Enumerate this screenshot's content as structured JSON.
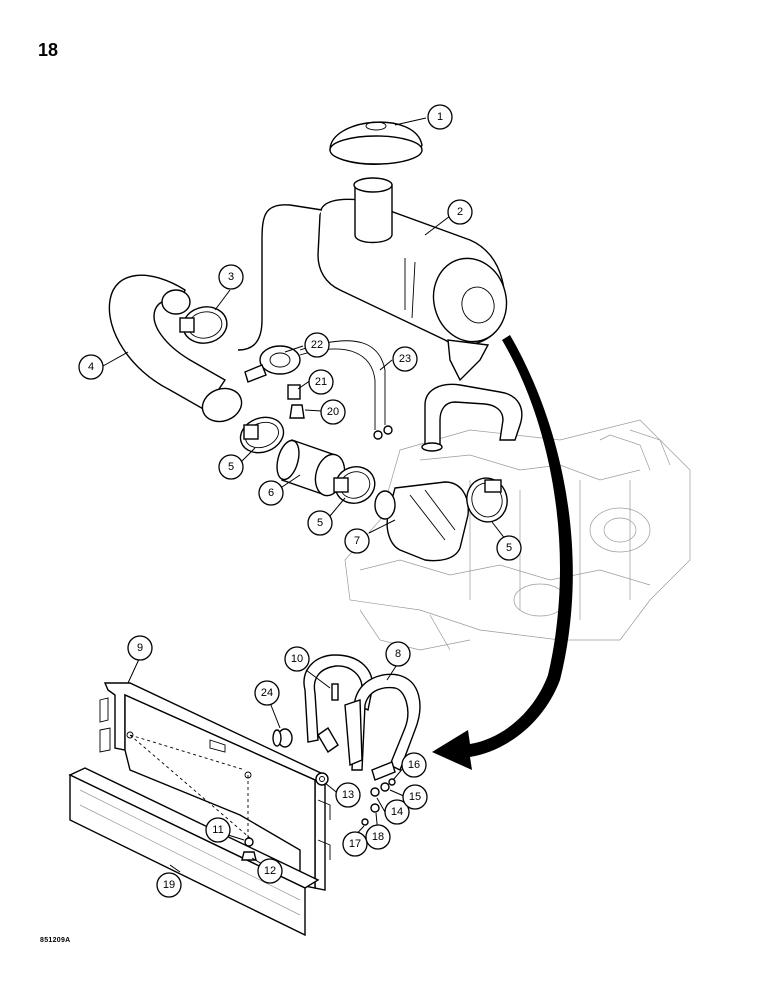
{
  "page": {
    "number": "18",
    "footer_code": "851209A"
  },
  "callouts": [
    {
      "id": "c1",
      "label": "1"
    },
    {
      "id": "c2",
      "label": "2"
    },
    {
      "id": "c3",
      "label": "3"
    },
    {
      "id": "c4",
      "label": "4"
    },
    {
      "id": "c5a",
      "label": "5"
    },
    {
      "id": "c5b",
      "label": "5"
    },
    {
      "id": "c5c",
      "label": "5"
    },
    {
      "id": "c6",
      "label": "6"
    },
    {
      "id": "c7",
      "label": "7"
    },
    {
      "id": "c8",
      "label": "8"
    },
    {
      "id": "c9",
      "label": "9"
    },
    {
      "id": "c10",
      "label": "10"
    },
    {
      "id": "c11",
      "label": "11"
    },
    {
      "id": "c12",
      "label": "12"
    },
    {
      "id": "c13",
      "label": "13"
    },
    {
      "id": "c14",
      "label": "14"
    },
    {
      "id": "c15",
      "label": "15"
    },
    {
      "id": "c16",
      "label": "16"
    },
    {
      "id": "c17",
      "label": "17"
    },
    {
      "id": "c18",
      "label": "18"
    },
    {
      "id": "c19",
      "label": "19"
    },
    {
      "id": "c20",
      "label": "20"
    },
    {
      "id": "c21",
      "label": "21"
    },
    {
      "id": "c22",
      "label": "22"
    },
    {
      "id": "c23",
      "label": "23"
    },
    {
      "id": "c24",
      "label": "24"
    }
  ]
}
